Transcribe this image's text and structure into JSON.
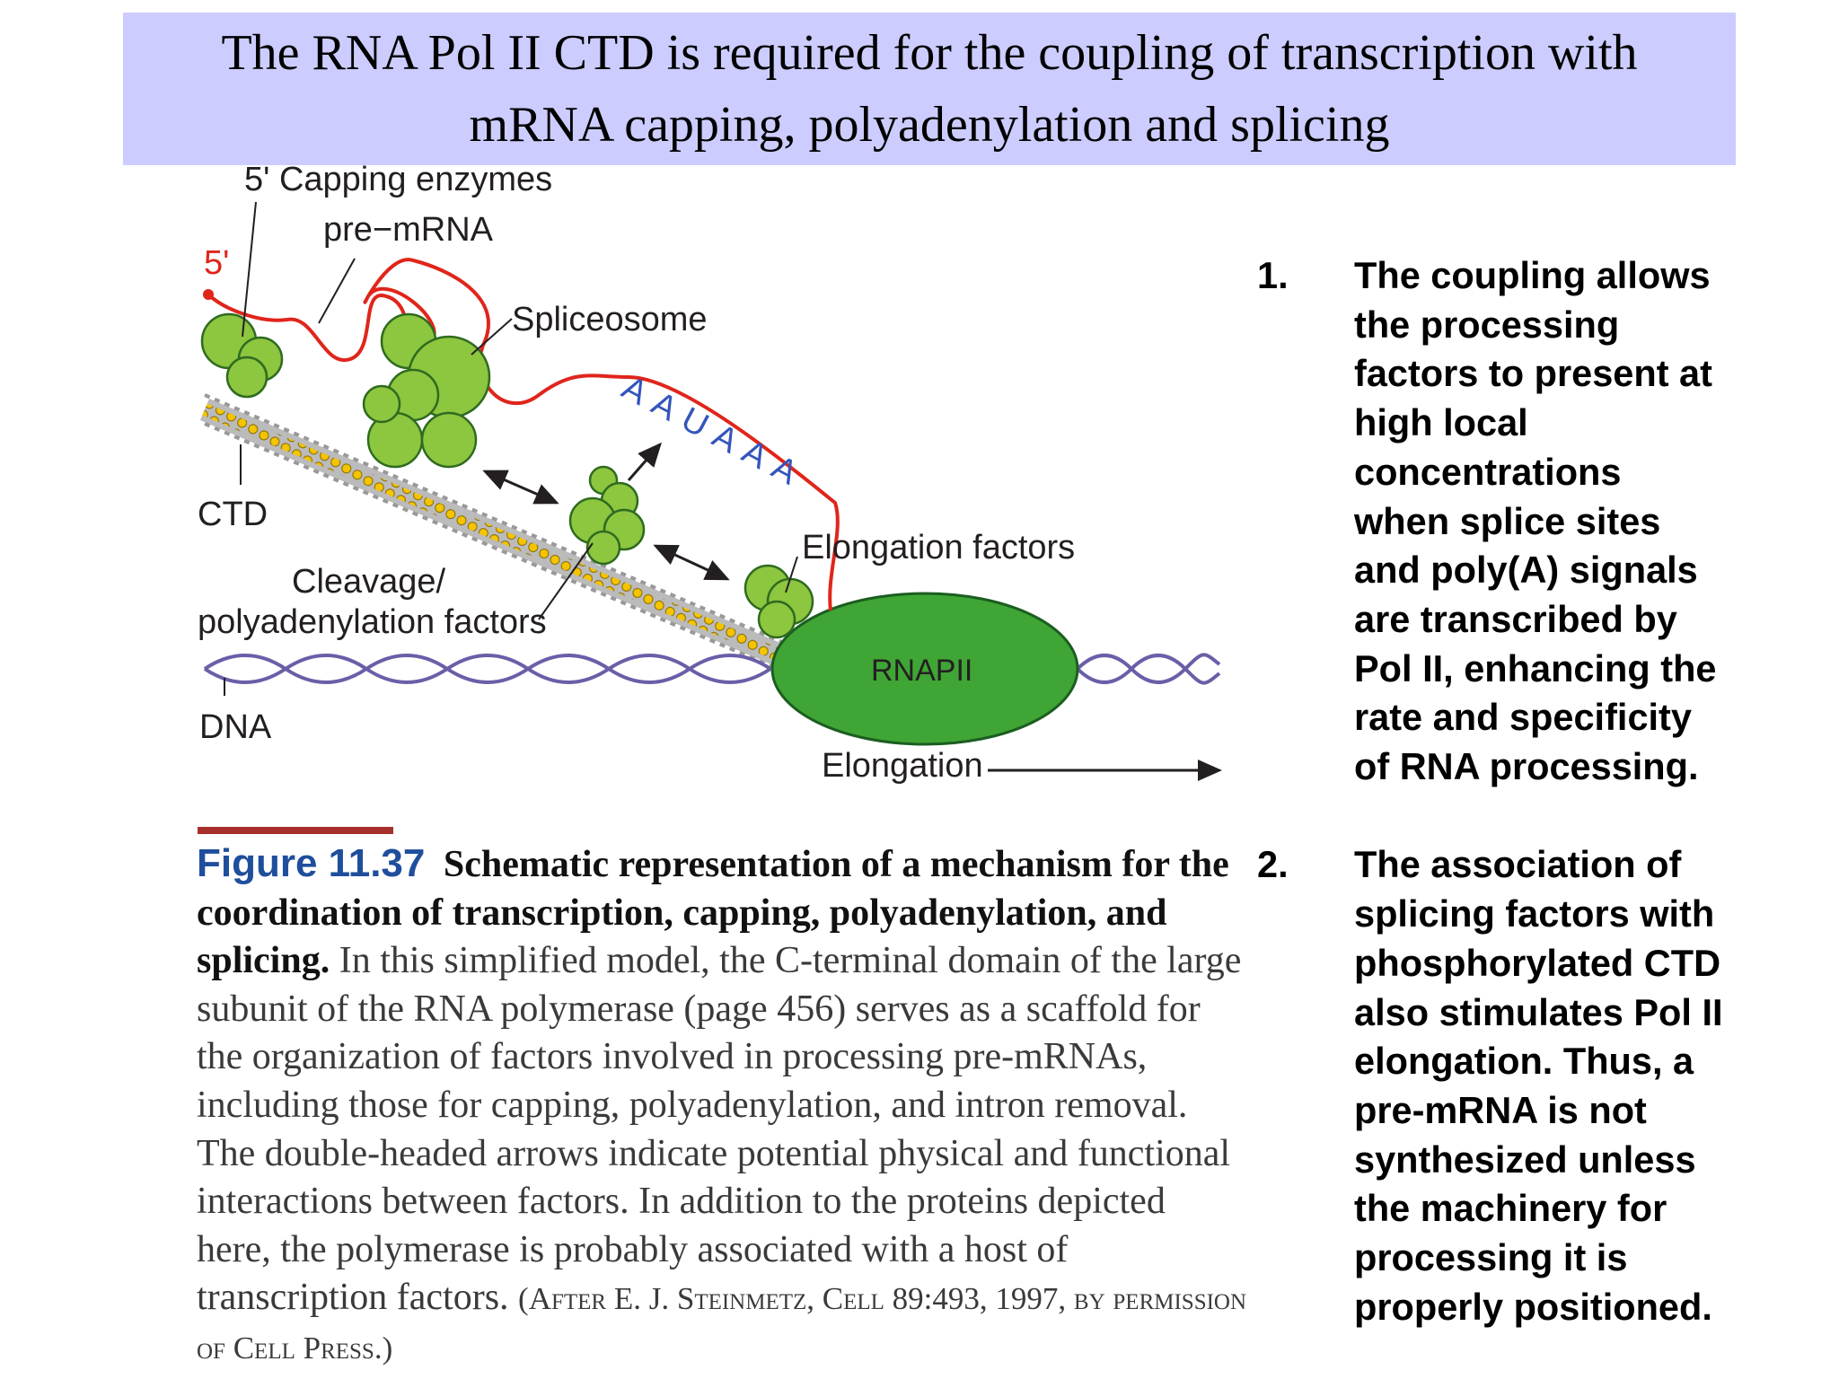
{
  "slide": {
    "title_line1": "The RNA Pol II CTD is required for the coupling of transcription with",
    "title_line2": "mRNA capping, polyadenylation and splicing"
  },
  "diagram": {
    "labels": {
      "capping": "5' Capping enzymes",
      "pre_mrna": "pre−mRNA",
      "five_prime": "5'",
      "spliceosome": "Spliceosome",
      "aauaaa": "AAUAAA",
      "ctd": "CTD",
      "elongation_factors": "Elongation factors",
      "cleavage_line1": "Cleavage/",
      "cleavage_line2": "polyadenylation factors",
      "rnapii": "RNAPII",
      "dna": "DNA",
      "elongation": "Elongation"
    },
    "colors": {
      "protein_green": "#8dc63f",
      "rnapii_green": "#3fa535",
      "rna_red": "#e0251b",
      "ctd_yellow": "#f5c400",
      "dna_purple": "#6b5ea8",
      "aauaaa_blue": "#3355bb"
    }
  },
  "caption": {
    "figure_number": "Figure 11.37",
    "heading": "Schematic representation of a mechanism for the coordination of transcription, capping, polyadenylation, and splicing.",
    "body": "In this simplified model, the C-terminal domain of the large subunit of the RNA polymerase (page 456) serves as a scaffold for the organization of factors involved in processing pre-mRNAs, including those for capping, polyadenylation, and intron removal. The double-headed arrows indicate potential physical and functional interactions between factors. In addition to the proteins depicted here, the polymerase is probably associated with a host of transcription factors.",
    "credit": "(After E. J. Steinmetz, Cell 89:493, 1997, by permission of Cell Press.)",
    "rule_color": "#a8302c",
    "figure_number_color": "#1f4e9c"
  },
  "points": [
    {
      "number": "1.",
      "text": "The coupling allows\nthe processing\nfactors to present at\nhigh local\nconcentrations\nwhen splice sites\nand poly(A) signals\nare transcribed by\nPol II, enhancing the\nrate and specificity\nof RNA processing."
    },
    {
      "number": "2.",
      "text": "The association of\nsplicing factors with\nphosphorylated CTD\nalso stimulates Pol II\nelongation. Thus, a\npre-mRNA is not\nsynthesized unless\nthe machinery for\nprocessing it is\nproperly positioned."
    }
  ]
}
